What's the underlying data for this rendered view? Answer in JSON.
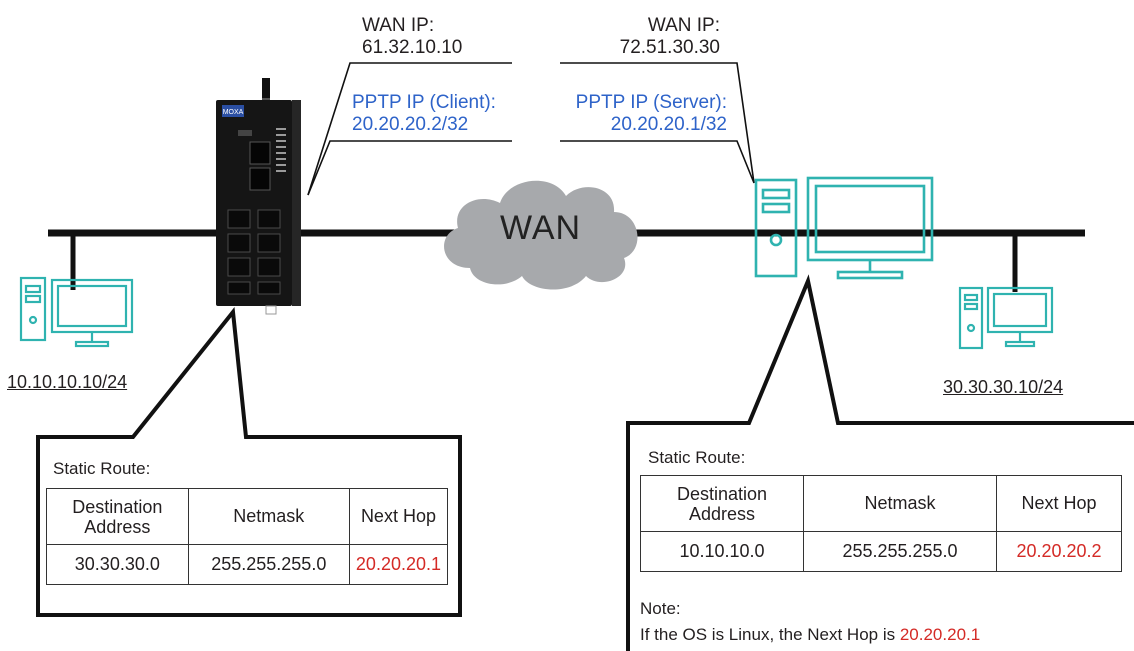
{
  "left_site": {
    "wan_ip_label": "WAN IP:",
    "wan_ip": "61.32.10.10",
    "pptp_label": "PPTP IP (Client):",
    "pptp_ip": "20.20.20.2/32",
    "lan_subnet": "10.10.10.10/24",
    "device_brand": "MOXA",
    "route_caption": "Static Route:",
    "route_headers": [
      "Destination Address",
      "Netmask",
      "Next Hop"
    ],
    "route_row": {
      "destination": "30.30.30.0",
      "netmask": "255.255.255.0",
      "next_hop": "20.20.20.1"
    }
  },
  "right_site": {
    "wan_ip_label": "WAN IP:",
    "wan_ip": "72.51.30.30",
    "pptp_label": "PPTP IP (Server):",
    "pptp_ip": "20.20.20.1/32",
    "lan_subnet": "30.30.30.10/24",
    "route_caption": "Static Route:",
    "route_headers": [
      "Destination Address",
      "Netmask",
      "Next Hop"
    ],
    "route_row": {
      "destination": "10.10.10.0",
      "netmask": "255.255.255.0",
      "next_hop": "20.20.20.2"
    },
    "note_label": "Note:",
    "note_text": "If the OS is Linux, the Next Hop is ",
    "note_value": "20.20.20.1"
  },
  "wan_cloud": {
    "label": "WAN"
  },
  "colors": {
    "pptp_text": "#2e63c9",
    "next_hop": "#d42a26",
    "pc_outline": "#2fb3b0",
    "line": "#111111",
    "cloud": "#a7a9ac"
  },
  "icons": [
    "router-device-icon",
    "desktop-pc-icon",
    "cloud-icon"
  ]
}
